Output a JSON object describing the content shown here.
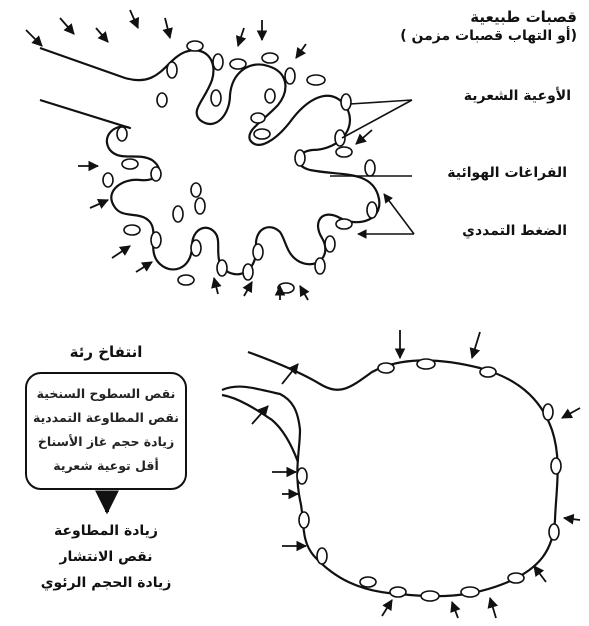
{
  "normal": {
    "title": "قصبات طبيعية",
    "subtitle": "(أو التهاب قصبات مزمن )",
    "labels": {
      "capillaries": "الأوعية الشعرية",
      "air_spaces": "الفراغات الهوائية",
      "elastic_recoil": "الضغط التمددي"
    }
  },
  "emphysema": {
    "title": "انتفاخ رئة",
    "box_lines": [
      "نقص السطوح السنخية",
      "نقص المطاوعة التمددية",
      "زيادة حجم غاز الأسناخ",
      "أقل توعية شعرية"
    ],
    "result_lines": [
      "زيادة المطاوعة",
      "نقص الانتشار",
      "زيادة الحجم الرئوي"
    ]
  }
}
